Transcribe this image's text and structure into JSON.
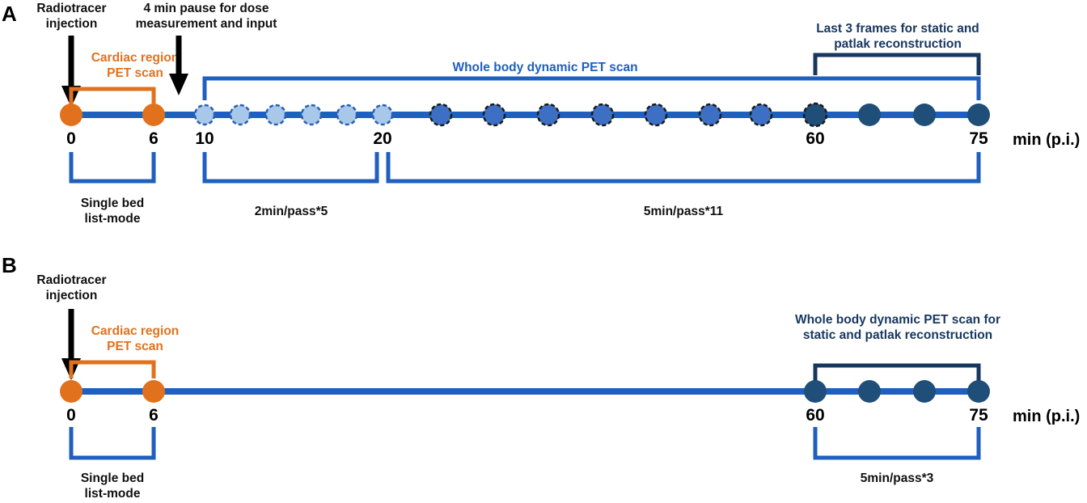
{
  "figure": {
    "panels": [
      {
        "id": "A",
        "letter": "A",
        "annotations": {
          "radiotracer_injection": "Radiotracer\ninjection",
          "pause_note": "4 min pause for dose\nmeasurement and input",
          "cardiac_scan": "Cardiac region\nPET scan",
          "whole_body_scan": "Whole body dynamic PET scan",
          "last_frames": "Last 3 frames for static and\npatlak reconstruction"
        },
        "axis": {
          "unit_label": "min (p.i.)",
          "tick_labels": [
            "0",
            "6",
            "10",
            "20",
            "60",
            "75"
          ],
          "tick_values": [
            0,
            6,
            10,
            20,
            60,
            75
          ]
        },
        "below_brackets": [
          {
            "label": "Single bed\nlist-mode",
            "from": "0",
            "to": "6"
          },
          {
            "label": "2min/pass*5",
            "from": "10",
            "to": "20"
          },
          {
            "label": "5min/pass*11",
            "from": "20",
            "to": "75"
          }
        ],
        "frames": {
          "cardiac_count": 2,
          "early_dynamic_count": 6,
          "mid_dynamic_count": 8,
          "late_static_count": 4
        }
      },
      {
        "id": "B",
        "letter": "B",
        "annotations": {
          "radiotracer_injection": "Radiotracer\ninjection",
          "cardiac_scan": "Cardiac region\nPET scan",
          "whole_body_static": "Whole body dynamic PET scan  for\nstatic and patlak reconstruction"
        },
        "axis": {
          "unit_label": "min (p.i.)",
          "tick_labels": [
            "0",
            "6",
            "60",
            "75"
          ],
          "tick_values": [
            0,
            6,
            60,
            75
          ]
        },
        "below_brackets": [
          {
            "label": "Single bed\nlist-mode",
            "from": "0",
            "to": "6"
          },
          {
            "label": "5min/pass*3",
            "from": "60",
            "to": "75"
          }
        ],
        "frames": {
          "cardiac_count": 2,
          "late_static_count": 4
        }
      }
    ],
    "colors": {
      "orange": "#E2711D",
      "blue": "#1F5FBF",
      "light_blue": "#A8C8EA",
      "mid_blue": "#3D6FC4",
      "navy": "#1F4E79",
      "dark_navy": "#17375E",
      "black": "#000000",
      "background": "#FFFFFF"
    }
  }
}
